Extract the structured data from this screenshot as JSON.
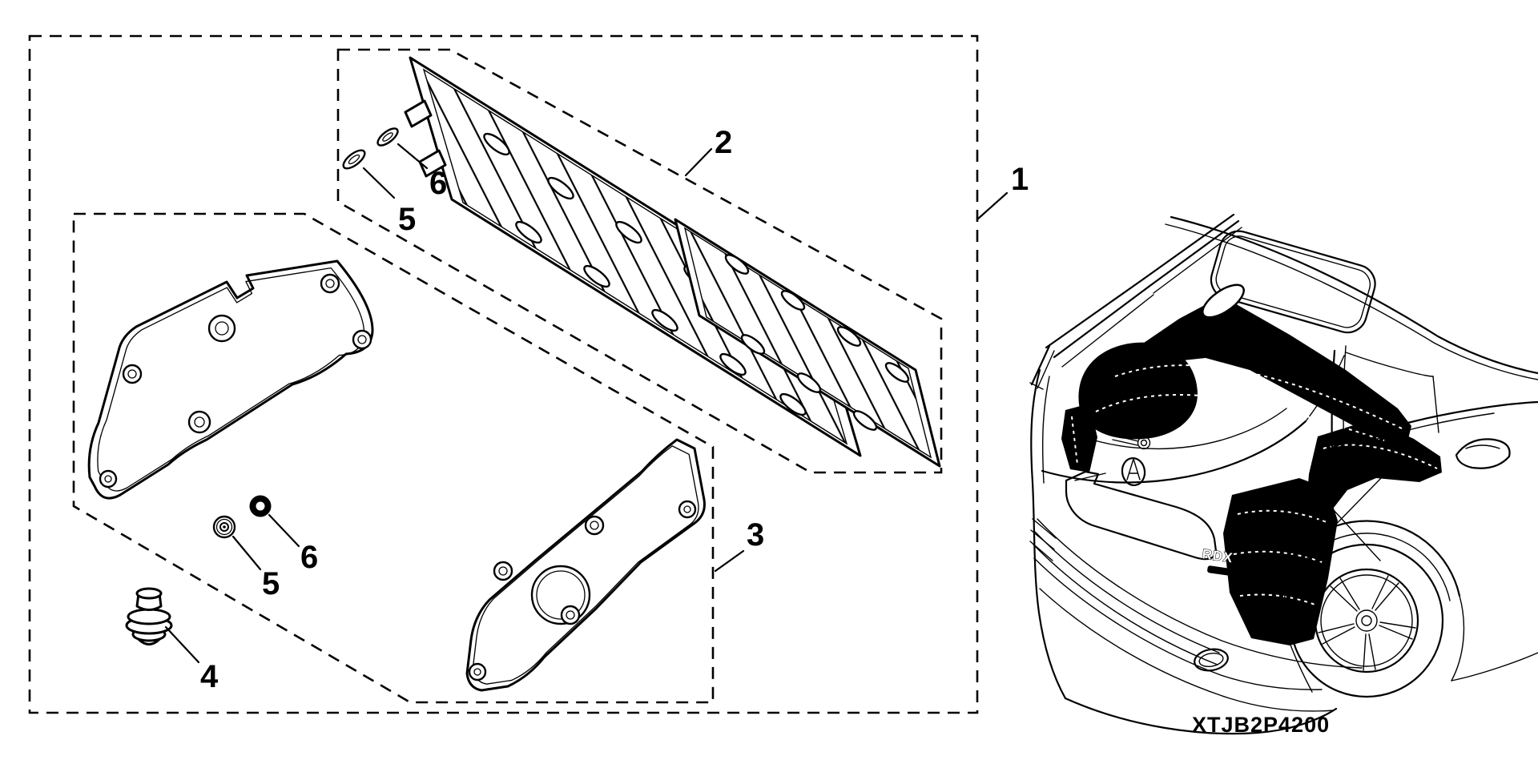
{
  "diagram": {
    "callouts": {
      "item1": "1",
      "item2": "2",
      "item3": "3",
      "item4": "4",
      "item5": "5",
      "item6": "6"
    },
    "part_code": "XTJB2P4200",
    "vehicle_badge": "RDX",
    "colors": {
      "line": "#000000",
      "background": "#ffffff",
      "cover_silhouette": "#000000"
    },
    "icons": {
      "acura_emblem_icon": "circle-with-stylized-A",
      "cargo_cover_icon": "black-cover-silhouette"
    }
  }
}
